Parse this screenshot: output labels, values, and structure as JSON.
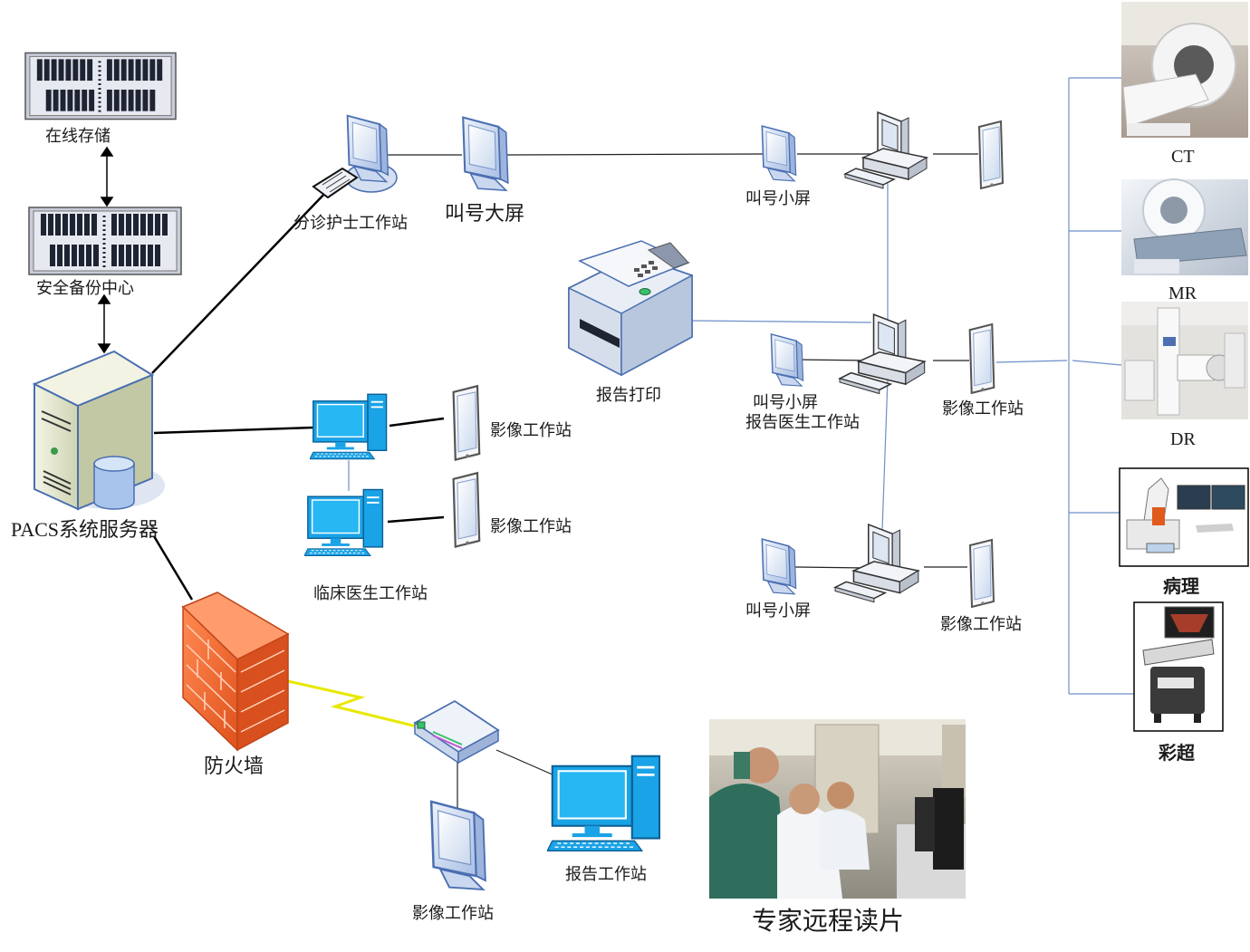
{
  "labels": {
    "online_storage": "在线存储",
    "backup_center": "安全备份中心",
    "pacs_server": "PACS系统服务器",
    "firewall": "防火墙",
    "triage_nurse": "分诊护士工作站",
    "big_screen": "叫号大屏",
    "small_screen_1": "叫号小屏",
    "small_screen_2": "叫号小屏",
    "small_screen_3": "叫号小屏",
    "report_doctor": "报告医生工作站",
    "report_print": "报告打印",
    "imaging_ws_mid_1": "影像工作站",
    "imaging_ws_mid_2": "影像工作站",
    "imaging_ws_right_1": "影像工作站",
    "imaging_ws_right_2": "影像工作站",
    "clinical_doctor": "临床医生工作站",
    "report_ws_remote": "报告工作站",
    "imaging_ws_remote": "影像工作站",
    "expert_reading": "专家远程读片",
    "modality_ct": "CT",
    "modality_mr": "MR",
    "modality_dr": "DR",
    "modality_pathology": "病理",
    "modality_ultrasound": "彩超"
  },
  "colors": {
    "backbone": "#000000",
    "lan_link": "#6d8fc7",
    "wan_link": "#e8e800",
    "firewall": "#f26a2e",
    "pc_blue": "#1aa3e6",
    "server": "#e9ebd6"
  },
  "icons": {
    "storage": "storage-rack-icon",
    "server": "server-tower-icon",
    "firewall": "firewall-brick-icon",
    "monitor": "crt-monitor-icon",
    "workstation": "desktop-computer-icon",
    "tablet": "tablet-display-icon",
    "printer": "laser-printer-icon",
    "router": "network-router-icon"
  }
}
